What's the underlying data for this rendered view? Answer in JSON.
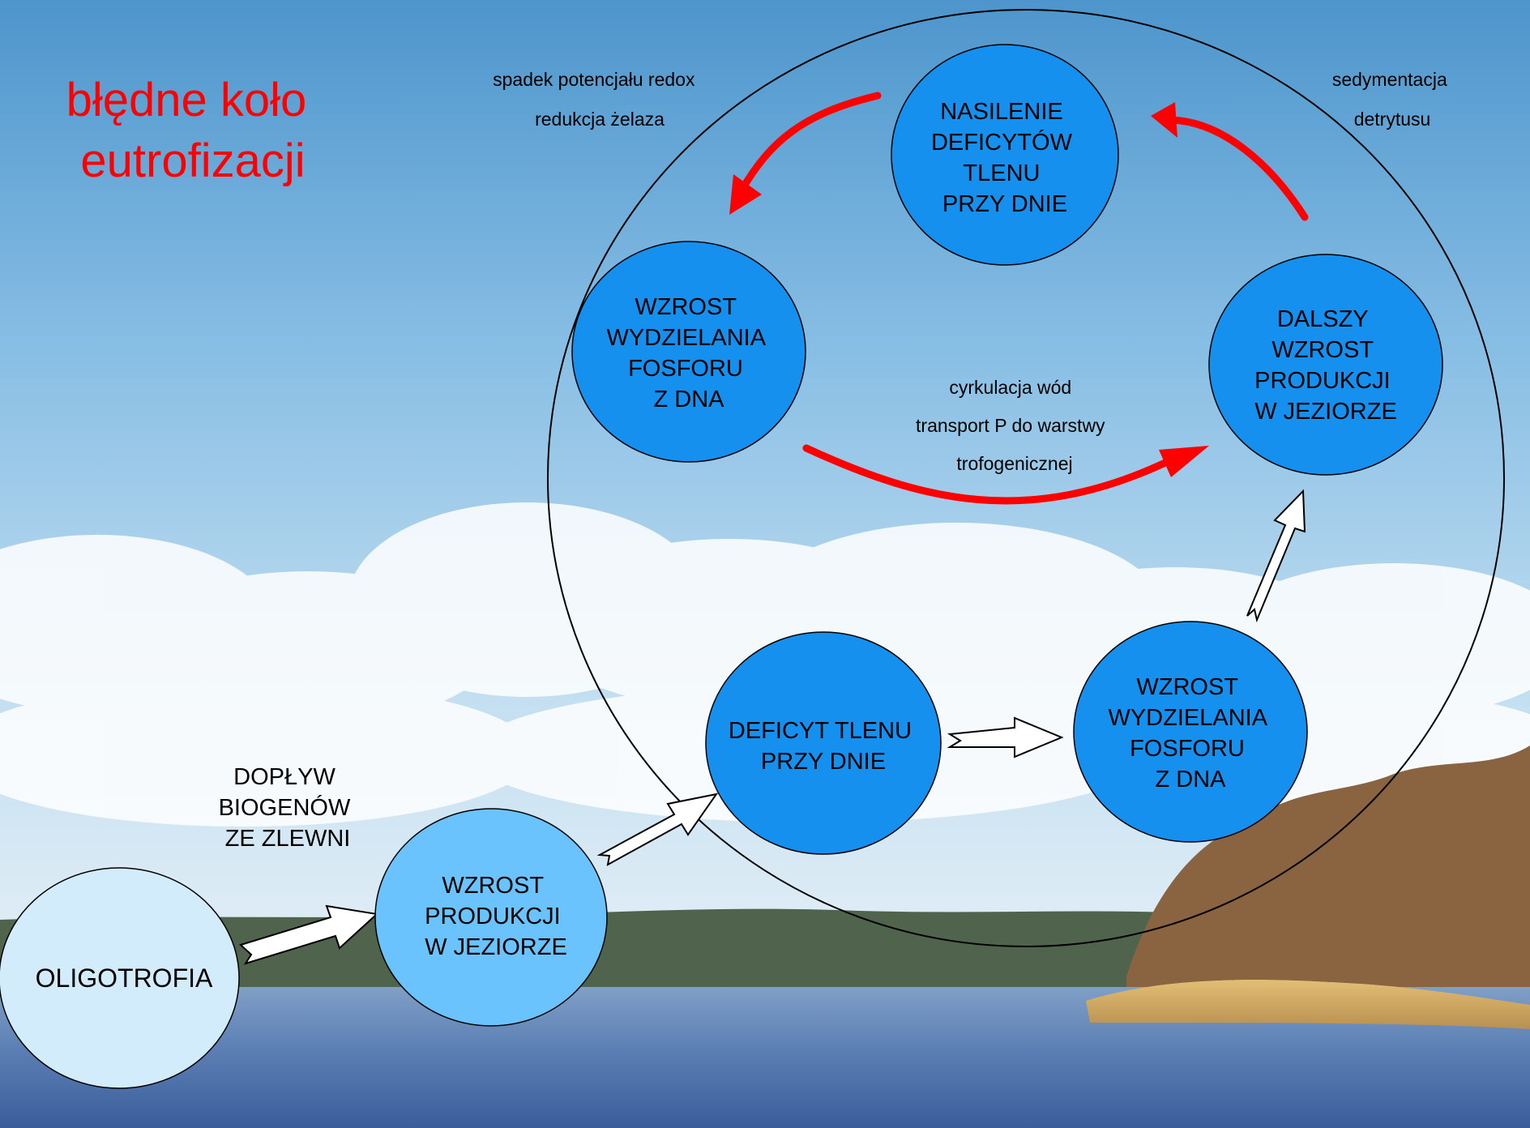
{
  "title": [
    "błędne koło",
    "eutrofizacji"
  ],
  "nodes": {
    "oligotrofia": [
      "OLIGOTROFIA"
    ],
    "production_1": [
      "WZROST",
      "PRODUKCJI",
      "W JEZIORZE"
    ],
    "deficit": [
      "DEFICYT TLENU",
      "PRZY DNIE"
    ],
    "phosphorus_release_1": [
      "WZROST",
      "WYDZIELANIA",
      "FOSFORU",
      "Z DNA"
    ],
    "production_2": [
      "DALSZY",
      "WZROST",
      "PRODUKCJI",
      "W JEZIORZE"
    ],
    "oxygen_deficit_intensify": [
      "NASILENIE",
      "DEFICYTÓW",
      "TLENU",
      "PRZY DNIE"
    ],
    "phosphorus_release_2": [
      "WZROST",
      "WYDZIELANIA",
      "FOSFORU",
      "Z DNA"
    ]
  },
  "labels": {
    "inflow": [
      "DOPŁYW",
      "BIOGENÓW",
      "ZE ZLEWNI"
    ],
    "redox": [
      "spadek potencjału redox",
      "redukcja żelaza"
    ],
    "sedimentation": [
      "sedymentacja",
      "detrytusu"
    ],
    "circulation": [
      "cyrkulacja wód",
      "transport P do warstwy",
      "trofogenicznej"
    ]
  },
  "colors": {
    "title": "#ff0000",
    "cycle_arrow": "#ff0000",
    "node_light": "#d2ecfc",
    "node_mid": "#6ac3fc",
    "node_dark": "#1690ee"
  }
}
